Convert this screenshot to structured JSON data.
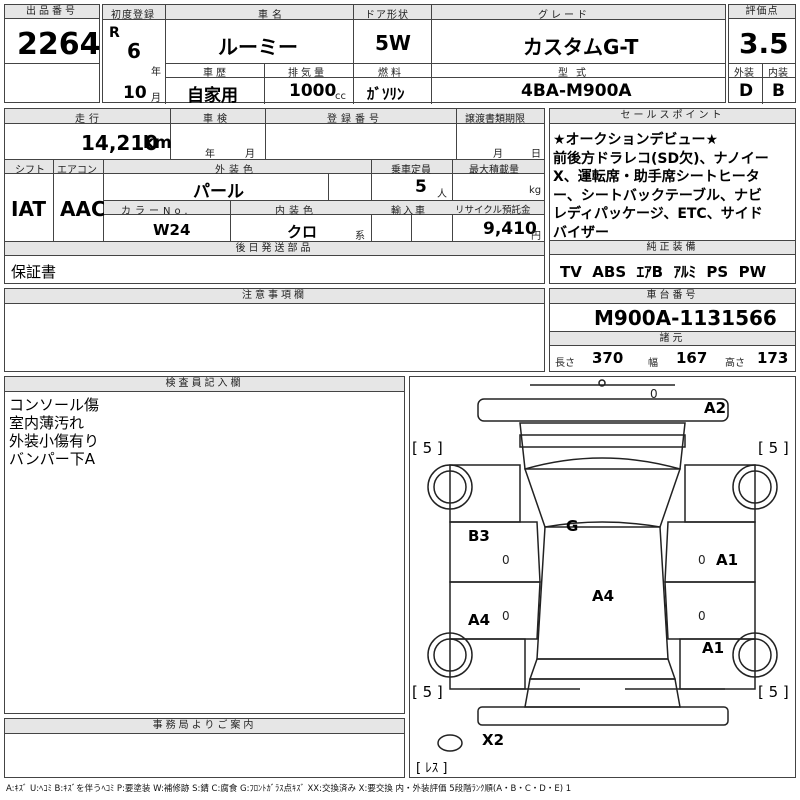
{
  "lot": {
    "label": "出品番号",
    "value": "2264"
  },
  "first_reg": {
    "label": "初度登録",
    "era": "R",
    "year": "6",
    "year_unit": "年",
    "month": "10",
    "month_unit": "月"
  },
  "car_name": {
    "label": "車名",
    "value": "ルーミー"
  },
  "door": {
    "label": "ドア形状",
    "value": "5W"
  },
  "grade": {
    "label": "グレード",
    "value": "カスタムG-T"
  },
  "score": {
    "label": "評価点",
    "value": "3.5",
    "ext_label": "外装",
    "int_label": "内装",
    "ext": "D",
    "int": "B"
  },
  "history": {
    "label": "車歴",
    "value": "自家用"
  },
  "displacement": {
    "label": "排気量",
    "value": "1000",
    "unit": "cc"
  },
  "fuel": {
    "label": "燃料",
    "value": "ｶﾞｿﾘﾝ"
  },
  "model_code": {
    "label": "型式",
    "value": "4BA-M900A"
  },
  "mileage": {
    "label": "走行",
    "value": "14,210",
    "unit": "km"
  },
  "inspection": {
    "label": "車検",
    "year_unit": "年",
    "month_unit": "月"
  },
  "reg_number": {
    "label": "登録番号"
  },
  "transfer_deadline": {
    "label": "譲渡書類期限",
    "month_unit": "月",
    "day_unit": "日"
  },
  "sales_points": {
    "label": "セールスポイント",
    "lines": [
      "★オークションデビュー★",
      "前後方ドラレコ(SD欠)、ナノイー",
      "X、運転席・助手席シートヒータ",
      "ー、シートバックテーブル、ナビ",
      "レディパッケージ、ETC、サイド",
      "バイザー"
    ]
  },
  "shift": {
    "label": "シフト",
    "value": "IAT"
  },
  "aircon": {
    "label": "エアコン",
    "value": "AAC"
  },
  "ext_color": {
    "label": "外装色",
    "value": "パール"
  },
  "capacity": {
    "label": "乗車定員",
    "value": "5",
    "unit": "人"
  },
  "max_load": {
    "label": "最大積載量",
    "unit": "kg"
  },
  "color_no": {
    "label": "カラーNo.",
    "value": "W24"
  },
  "int_color": {
    "label": "内装色",
    "value": "クロ",
    "unit": "系"
  },
  "import": {
    "label": "輸入車"
  },
  "recycle": {
    "label": "リサイクル預託金",
    "value": "9,410",
    "unit": "円"
  },
  "later_parts": {
    "label": "後日発送部品",
    "value": "保証書"
  },
  "genuine": {
    "label": "純正装備",
    "value": "TV  ABS  ｴｱB  ｱﾙﾐ  PS  PW"
  },
  "notes": {
    "label": "注意事項欄"
  },
  "chassis": {
    "label": "車台番号",
    "value": "M900A-1131566"
  },
  "specs": {
    "label": "諸元",
    "length_label": "長さ",
    "length": "370",
    "width_label": "幅",
    "width": "167",
    "height_label": "高さ",
    "height": "173"
  },
  "inspector": {
    "label": "検査員記入欄",
    "lines": [
      "コンソール傷",
      "室内薄汚れ",
      "外装小傷有り",
      "バンパー下A"
    ]
  },
  "office": {
    "label": "事務局よりご案内"
  },
  "legend": "A:ｷｽﾞ U:ﾍｺﾐ B:ｷｽﾞを伴うﾍｺﾐ P:要塗装 W:補修跡 S:錆 C:腐食 G:ﾌﾛﾝﾄｶﾞﾗｽ点ｷｽﾞ XX:交換済み X:要交換  内・外装評価 5段階ﾗﾝｸ順(A・B・C・D・E) 1",
  "diagram": {
    "tires": [
      "[ 5 ]",
      "[ 5 ]",
      "[ 5 ]",
      "[ 5 ]"
    ],
    "spare": "[ ﾚｽ ]",
    "zeros": [
      "0",
      "0",
      "0",
      "0",
      "0"
    ],
    "marks": {
      "front": "A2",
      "windshield": "G",
      "left_front_door": "B3",
      "left_rear_door": "A4",
      "right_front_door": "A1",
      "right_rear_door": "A1",
      "roof": "A4",
      "rear": "X2"
    }
  }
}
